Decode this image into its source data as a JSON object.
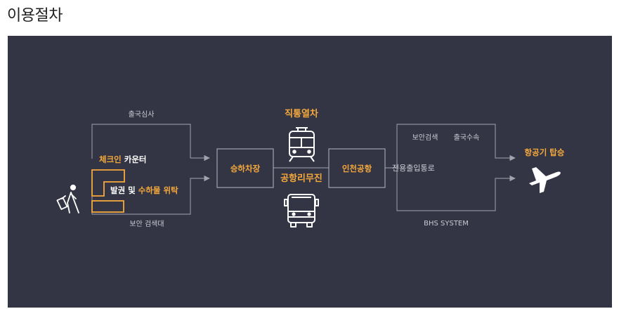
{
  "title": "이용절차",
  "colors": {
    "panel_bg": "#343544",
    "accent": "#f6a93b",
    "line": "#8e8f9a",
    "text": "#ffffff"
  },
  "diagram": {
    "departure_screening": "출국심사",
    "checkin_highlight": "체크인",
    "checkin_rest": " 카운터",
    "tag_issue": "발권 및 ",
    "baggage_highlight": "수하물 위탁",
    "security_check": "보안 검색대",
    "boarding_station": "승하차장",
    "direct_train": "직통열차",
    "airport_limousine": "공항리무진",
    "incheon_airport": "인천공항",
    "dedicated_passage": "전용출입통로",
    "security_screening_top": "보안검색",
    "emigration_top": "출국수속",
    "bhs_system": "BHS SYSTEM",
    "aircraft_prefix": "항공기 ",
    "aircraft_highlight": "탑승"
  },
  "icons": [
    "traveler-icon",
    "train-icon",
    "bus-icon",
    "airplane-icon"
  ]
}
